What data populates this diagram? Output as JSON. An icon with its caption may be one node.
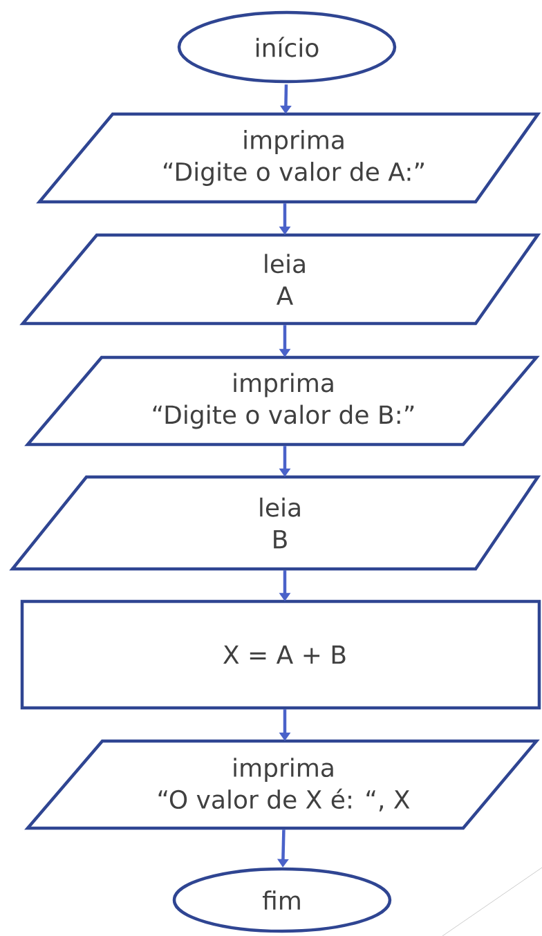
{
  "diagram": {
    "nodes": [
      {
        "text": [
          "início"
        ]
      },
      {
        "text": [
          "imprima",
          "“Digite o valor de A:”"
        ]
      },
      {
        "text": [
          "leia",
          "A"
        ]
      },
      {
        "text": [
          "imprima",
          "“Digite o valor de B:”"
        ]
      },
      {
        "text": [
          "leia",
          "B"
        ]
      },
      {
        "text": [
          "X = A + B"
        ]
      },
      {
        "text": [
          "imprima",
          "“O valor de X é: “, X"
        ]
      },
      {
        "text": [
          "fim"
        ]
      }
    ],
    "edges": [
      {
        "from": 0,
        "to": 1,
        "arrow": "to"
      },
      {
        "from": 1,
        "to": 2,
        "arrow": "to"
      },
      {
        "from": 2,
        "to": 3,
        "arrow": "to"
      },
      {
        "from": 3,
        "to": 4,
        "arrow": "to"
      },
      {
        "from": 4,
        "to": 5,
        "arrow": "to"
      },
      {
        "from": 5,
        "to": 6,
        "arrow": "to"
      },
      {
        "from": 6,
        "to": 7,
        "arrow": "to"
      }
    ]
  }
}
